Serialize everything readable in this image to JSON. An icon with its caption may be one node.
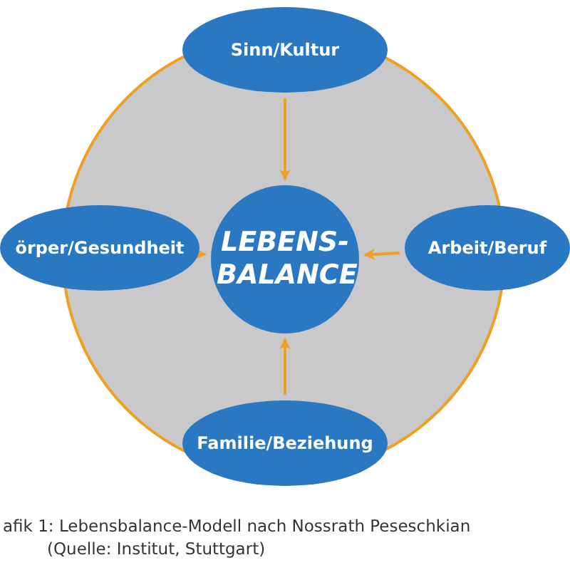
{
  "diagram": {
    "caption": "afik 1: Lebensbalance-Modell nach Nossrath Peseschkian",
    "nodes": [
      {
        "text": [
          "Sinn/Kultur"
        ]
      },
      {
        "text": [
          "örper/Gesundheit"
        ]
      },
      {
        "text": [
          "LEBENS- BALANCE"
        ]
      },
      {
        "text": [
          "Arbeit/Beruf"
        ]
      },
      {
        "text": [
          "Familie/Beziehung"
        ]
      }
    ],
    "edges": [
      {
        "from": 0,
        "to": 2,
        "arrow": "to"
      },
      {
        "from": 1,
        "to": 2,
        "arrow": "to"
      },
      {
        "from": 3,
        "to": 2,
        "arrow": "to"
      },
      {
        "from": 4,
        "to": 2,
        "arrow": "to"
      }
    ],
    "labels": [
      "(Quelle: Institut, Stuttgart)"
    ]
  }
}
